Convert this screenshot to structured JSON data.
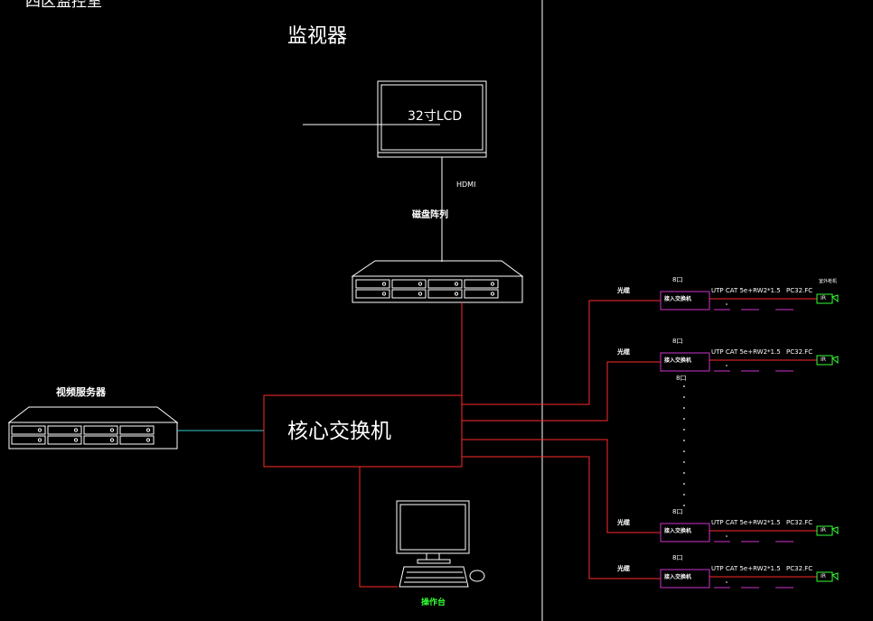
{
  "diagram": {
    "title": "四区监控室",
    "monitor_label": "监视器",
    "lcd_label": "32寸LCD",
    "hdmi_label": "HDMI",
    "disk_array_label": "磁盘阵列",
    "video_server_label": "视频服务器",
    "core_switch_label": "核心交换机",
    "console_label": "操作台",
    "camera_label": "室外枪机",
    "branches": [
      {
        "fiber": "光缆",
        "port": "8口",
        "switch": "接入交换机",
        "uplink": "UTP CAT 5e+RW2*1.5",
        "pc": "PC32.FC",
        "ir": "IR"
      },
      {
        "fiber": "光缆",
        "port": "8口",
        "switch": "接入交换机",
        "uplink": "UTP CAT 5e+RW2*1.5",
        "pc": "PC32.FC",
        "ir": "IR"
      },
      {
        "fiber": "光缆",
        "port": "8口",
        "switch": "接入交换机",
        "uplink": "UTP CAT 5e+RW2*1.5",
        "pc": "PC32.FC",
        "ir": "IR"
      },
      {
        "fiber": "光缆",
        "port": "8口",
        "switch": "接入交换机",
        "uplink": "UTP CAT 5e+RW2*1.5",
        "pc": "PC32.FC",
        "ir": "IR"
      }
    ],
    "extra_port_label": "8口",
    "colors": {
      "link": "#ff2a2a",
      "device": "#ffffff",
      "access_switch": "#cc33cc",
      "camera": "#33ff33",
      "coax": "#33cccc"
    }
  }
}
